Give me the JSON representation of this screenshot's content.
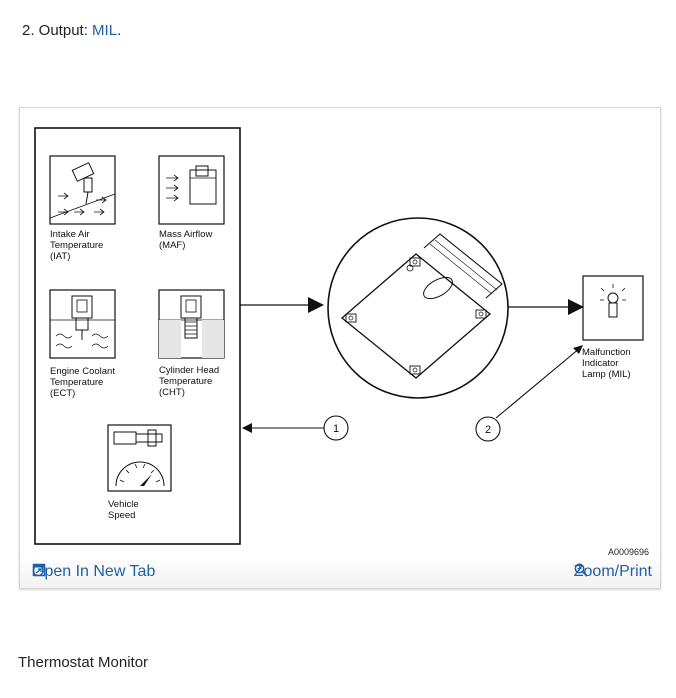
{
  "step": {
    "prefix": "2. Output: ",
    "link": "MIL",
    "suffix": "."
  },
  "diagram": {
    "sensors": [
      {
        "line1": "Intake Air",
        "line2": "Temperature",
        "line3": "(IAT)"
      },
      {
        "line1": "Mass Airflow",
        "line2": "(MAF)"
      },
      {
        "line1": "Engine Coolant",
        "line2": "Temperature",
        "line3": "(ECT)"
      },
      {
        "line1": "Cylinder Head",
        "line2": "Temperature",
        "line3": "(CHT)"
      },
      {
        "line1": "Vehicle",
        "line2": "Speed"
      }
    ],
    "lamp": {
      "line1": "Malfunction",
      "line2": "Indicator",
      "line3": "Lamp (MIL)"
    },
    "callout1": "1",
    "callout2": "2",
    "figure_code": "A0009696"
  },
  "toolbar": {
    "open_label": "Open In New Tab",
    "zoom_label": "Zoom/Print"
  },
  "next_section": "Thermostat Monitor"
}
